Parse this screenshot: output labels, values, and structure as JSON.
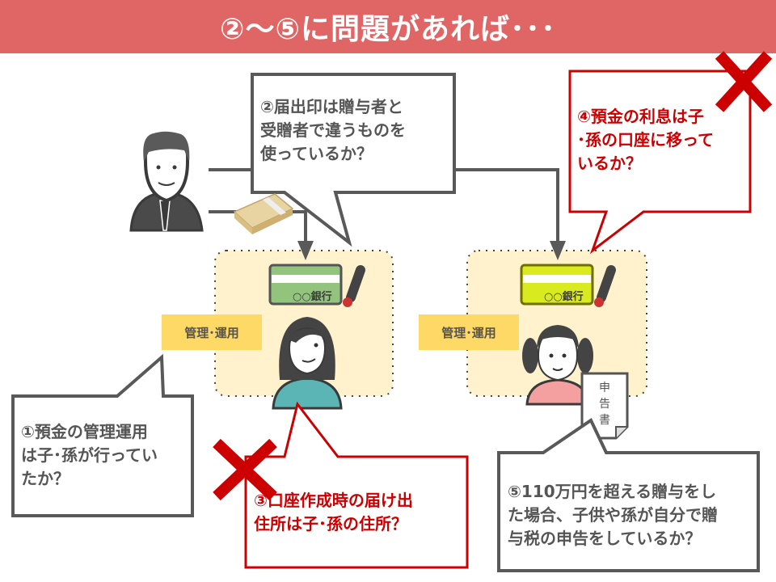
{
  "header": {
    "title": "②〜⑤に問題があれば･･･"
  },
  "colors": {
    "header_bg": "#e06666",
    "accent_red": "#cc0000",
    "gray_line": "#595959",
    "account_bg": "#fff2cc",
    "tag_bg": "#ffd966",
    "card_child": "#93c47d",
    "card_grandchild": "#d9ea1f"
  },
  "people": {
    "giver": {
      "icon": "elderly-man-icon"
    },
    "child": {
      "icon": "woman-icon"
    },
    "grandchild": {
      "icon": "girl-icon"
    }
  },
  "accounts": [
    {
      "bank_label": "○○銀行",
      "tag": "管理･運用"
    },
    {
      "bank_label": "○○銀行",
      "tag": "管理･運用"
    }
  ],
  "document": {
    "label": "申告書"
  },
  "bubbles": {
    "q1": {
      "lines": [
        "①預金の管理運用",
        "は子･孫が行ってい",
        "たか？"
      ]
    },
    "q2": {
      "lines": [
        "②届出印は贈与者と",
        "受贈者で違うものを",
        "使っているか？"
      ]
    },
    "q3": {
      "lines": [
        "③口座作成時の届け出",
        "住所は子･孫の住所？"
      ]
    },
    "q4": {
      "lines": [
        "④預金の利息は子",
        "･孫の口座に移って",
        "いるか？"
      ]
    },
    "q5": {
      "lines": [
        "⑤110万円を超える贈与をし",
        "た場合、子供や孫が自分で贈",
        "与税の申告をしているか？"
      ]
    }
  }
}
